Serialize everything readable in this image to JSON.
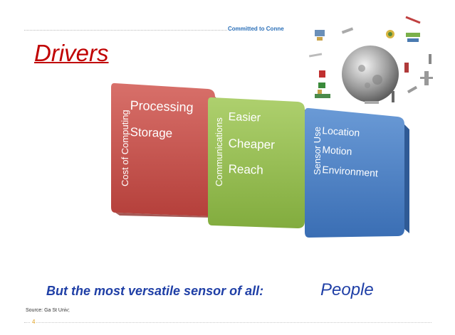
{
  "slide": {
    "tagline": "Committed to Conne",
    "title": "Drivers",
    "panels": [
      {
        "label": "Cost of Computing",
        "items": [
          "Processing",
          "Storage"
        ]
      },
      {
        "label": "Communications",
        "items": [
          "Easier",
          "Cheaper",
          "Reach"
        ]
      },
      {
        "label": "Sensor Use",
        "items": [
          "Location",
          "Motion",
          "Environment"
        ]
      }
    ],
    "tagline_bottom": "But the most versatile sensor of all:",
    "people": "People",
    "source": "Source: Ga St Univ;",
    "page_number": "4"
  },
  "colors": {
    "red": "#c9504a",
    "green": "#93bc4e",
    "blue": "#4a80c6",
    "title": "#c00000",
    "text_blue": "#1f3fa6"
  },
  "collage_icons": [
    "globe-icon",
    "satellite-icon",
    "airplane-icon",
    "rocket-icon",
    "radar-icon",
    "sensor-icon"
  ]
}
